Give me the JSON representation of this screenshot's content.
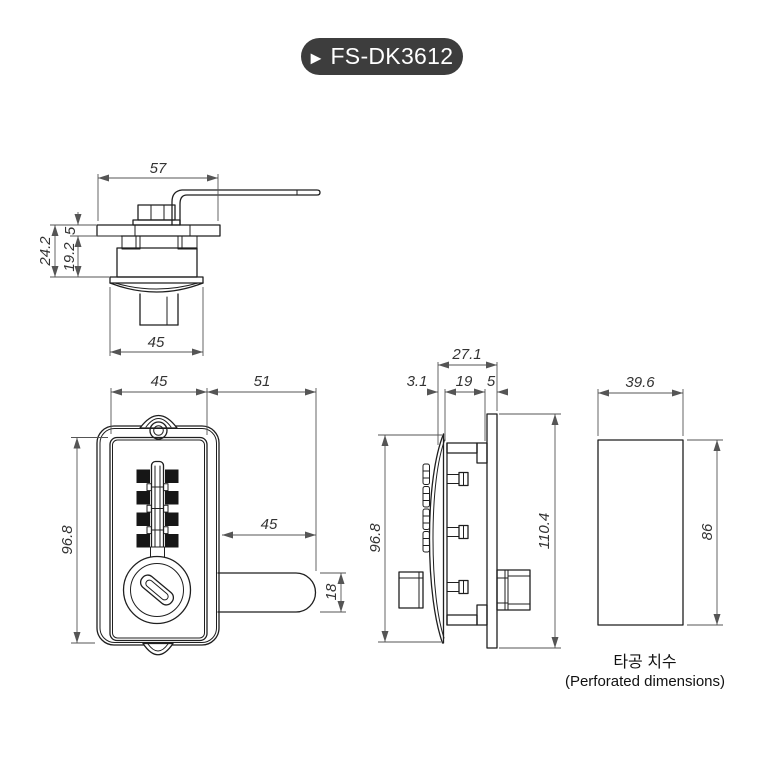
{
  "page": {
    "background": "#ffffff",
    "line_color": "#1f1f1f",
    "dim_color": "#555555"
  },
  "badge": {
    "icon": "▶",
    "label": "FS-DK3612",
    "bg": "#3d3d3d",
    "fg": "#ffffff"
  },
  "top_view": {
    "dim_flange_width": "57",
    "dim_flange_thickness": "5",
    "dim_body_depth": "19.2",
    "dim_total_depth": "24.2",
    "dim_body_width": "45"
  },
  "front_view": {
    "dim_body_width": "45",
    "dim_latch_extension": "51",
    "dim_body_height": "96.8",
    "dim_latch_length": "45",
    "dim_latch_height": "18"
  },
  "side_view": {
    "dim_total_depth": "27.1",
    "dim_bezel_lip": "3.1",
    "dim_door_depth": "19",
    "dim_plate_thickness": "5",
    "dim_body_height": "96.8",
    "dim_plate_height": "110.4"
  },
  "cutout_view": {
    "dim_width": "39.6",
    "dim_height": "86",
    "caption_ko": "타공 치수",
    "caption_en": "(Perforated dimensions)"
  }
}
